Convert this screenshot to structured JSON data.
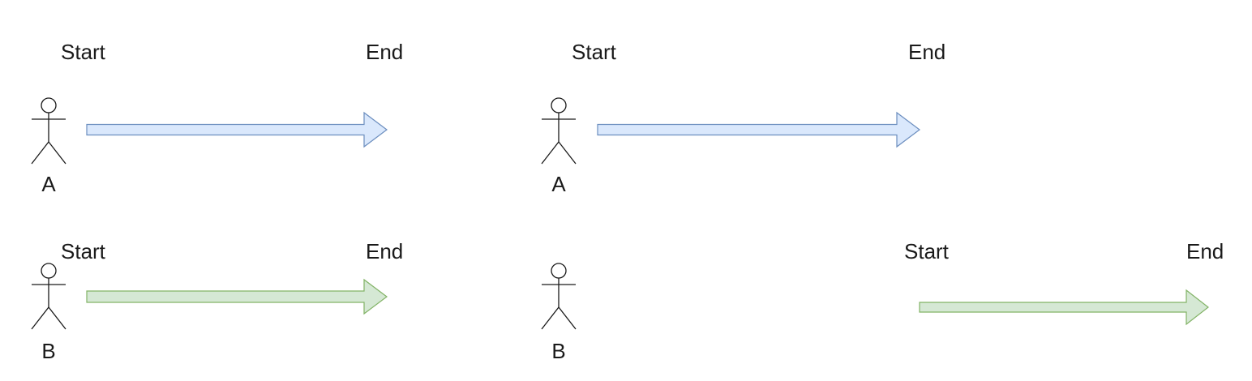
{
  "colors": {
    "blue_fill": "#dae8fc",
    "blue_stroke": "#6c8ebf",
    "green_fill": "#d5e8d4",
    "green_stroke": "#82b366",
    "text": "#1a1a1a",
    "background": "#ffffff"
  },
  "scenarios": [
    {
      "actor_a": {
        "label": "A"
      },
      "arrow_a": {
        "start_label": "Start",
        "end_label": "End",
        "color": "blue"
      },
      "actor_b": {
        "label": "B"
      },
      "arrow_b": {
        "start_label": "Start",
        "end_label": "End",
        "color": "green"
      }
    },
    {
      "actor_a": {
        "label": "A"
      },
      "arrow_a": {
        "start_label": "Start",
        "end_label": "End",
        "color": "blue"
      },
      "actor_b": {
        "label": "B"
      },
      "arrow_b": {
        "start_label": "Start",
        "end_label": "End",
        "color": "green"
      }
    }
  ]
}
